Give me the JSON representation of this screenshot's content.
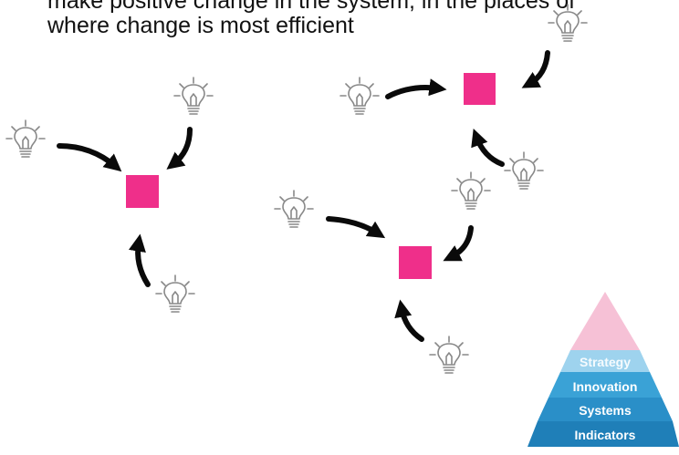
{
  "caption": {
    "line1": "make positive change in the system, in the places of",
    "line2": "where change is most efficient"
  },
  "colors": {
    "node": "#ef2f8a",
    "arrow": "#0a0a0a",
    "bulb": "#888888",
    "pyramid_top": "#f6c1d6",
    "pyramid_light": "#9ed3ee",
    "pyramid_mid": "#3aa2d6",
    "pyramid_dark": "#1f7fb8"
  },
  "icons": {
    "idea": "lightbulb-icon"
  },
  "pyramid": {
    "levels": [
      "Strategy",
      "Innovation",
      "Systems",
      "Indicators"
    ]
  }
}
